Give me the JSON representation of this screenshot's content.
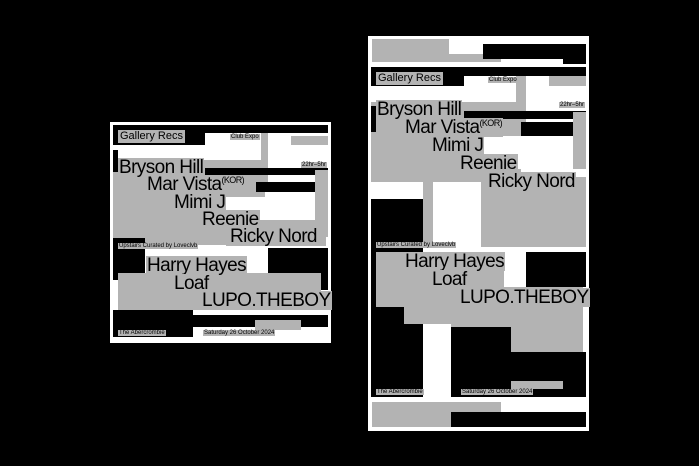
{
  "poster": {
    "label": "Gallery Recs",
    "venue_room": "Club Expo",
    "hours": "22hr–5hr",
    "lineup_main": [
      "Bryson Hill",
      "Mar Vista",
      "Mimi J",
      "Reenie",
      "Ricky Nord"
    ],
    "mar_vista_suffix": "(KOR)",
    "upstairs_heading": "Upstairs Curated by Loveclvb",
    "lineup_upstairs": [
      "Harry Hayes",
      "Loaf",
      "LUPO.THEBOY"
    ],
    "venue": "The Abercrombie",
    "date": "Saturday 26 October 2024"
  }
}
